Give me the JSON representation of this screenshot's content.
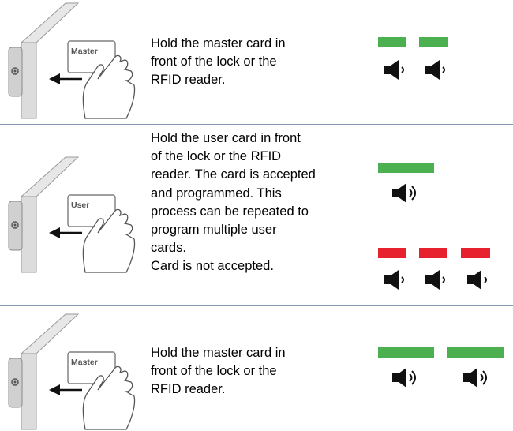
{
  "rows": [
    {
      "card_label": "Master",
      "text": [
        "Hold the master card in",
        "front of the lock or the",
        "RFID reader."
      ]
    },
    {
      "card_label": "User",
      "text": [
        "Hold the user card in front",
        "of the lock or the RFID",
        "reader. The card is accepted",
        "and programmed. This",
        "process can be repeated to",
        "program multiple user",
        "cards.",
        "Card is not accepted."
      ]
    },
    {
      "card_label": "Master",
      "text": [
        "Hold the master card in",
        "front of the lock or the",
        "RFID reader."
      ]
    }
  ],
  "signals": {
    "colors": {
      "green": "#4cb050",
      "red": "#e8212f",
      "icon": "#111111"
    },
    "row1": {
      "led": "short green flash",
      "led_count": 2,
      "beep": "short beep",
      "beep_count": 2
    },
    "row2_accepted": {
      "led": "long green flash",
      "led_count": 1,
      "beep": "long beep",
      "beep_count": 1
    },
    "row2_rejected": {
      "led": "short red flash",
      "led_count": 3,
      "beep": "short beep",
      "beep_count": 3
    },
    "row3": {
      "led": "long green flash",
      "led_count": 2,
      "beep": "long beep",
      "beep_count": 2
    }
  },
  "icons": [
    "lock-reader-icon",
    "hand-holding-card-icon",
    "arrow-left-icon",
    "speaker-short-icon",
    "speaker-long-icon"
  ]
}
